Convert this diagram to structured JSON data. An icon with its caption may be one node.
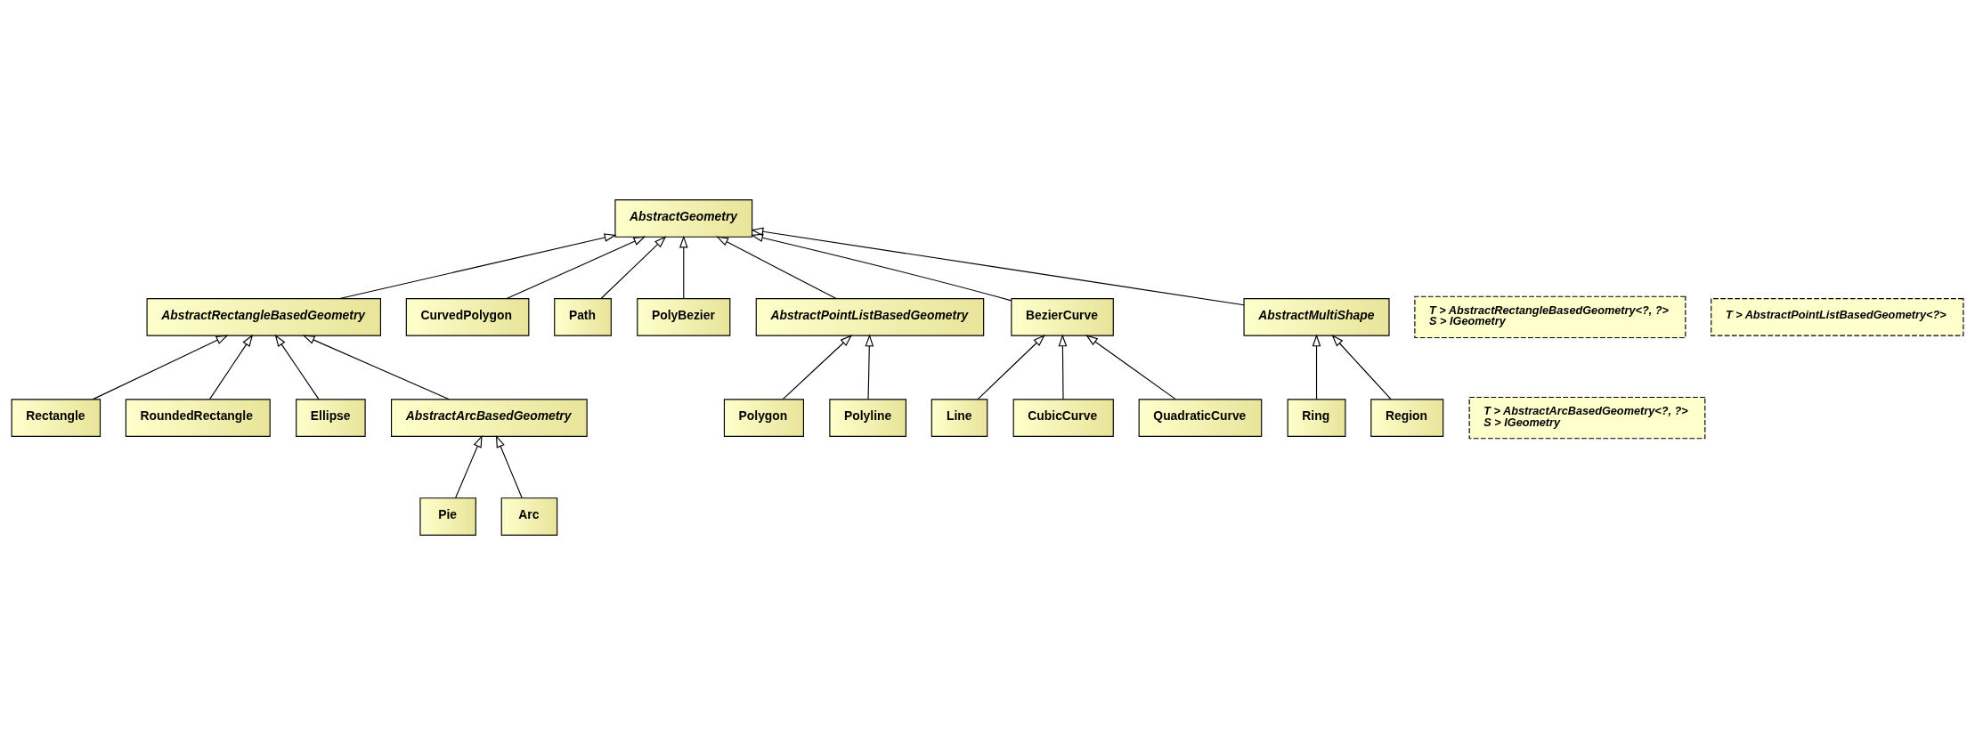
{
  "diagram": {
    "nodes": [
      {
        "text": [
          "Rectangle"
        ]
      },
      {
        "text": [
          "RoundedRectangle"
        ]
      },
      {
        "text": [
          "Ellipse"
        ]
      },
      {
        "text": [
          "AbstractRectangleBasedGeometry"
        ]
      },
      {
        "text": [
          "T > AbstractRectangleBasedGeometry<?, ?>",
          "S > IGeometry"
        ]
      },
      {
        "text": [
          "CurvedPolygon"
        ]
      },
      {
        "text": [
          "Path"
        ]
      },
      {
        "text": [
          "PolyBezier"
        ]
      },
      {
        "text": [
          "AbstractGeometry"
        ]
      },
      {
        "text": [
          "T > AbstractPointListBasedGeometry<?>"
        ]
      },
      {
        "text": [
          "AbstractPointListBasedGeometry"
        ]
      },
      {
        "text": [
          "Polygon"
        ]
      },
      {
        "text": [
          "Polyline"
        ]
      },
      {
        "text": [
          "Pie"
        ]
      },
      {
        "text": [
          "Arc"
        ]
      },
      {
        "text": [
          "AbstractArcBasedGeometry"
        ]
      },
      {
        "text": [
          "T > AbstractArcBasedGeometry<?, ?>",
          "S > IGeometry"
        ]
      },
      {
        "text": [
          "BezierCurve"
        ]
      },
      {
        "text": [
          "AbstractMultiShape"
        ]
      },
      {
        "text": [
          "Ring"
        ]
      },
      {
        "text": [
          "Region"
        ]
      },
      {
        "text": [
          "Line"
        ]
      },
      {
        "text": [
          "CubicCurve"
        ]
      },
      {
        "text": [
          "QuadraticCurve"
        ]
      }
    ],
    "edges": [
      {
        "from": 0,
        "to": 3,
        "arrow": "to"
      },
      {
        "from": 1,
        "to": 3,
        "arrow": "to"
      },
      {
        "from": 2,
        "to": 3,
        "arrow": "to"
      },
      {
        "from": 3,
        "to": 8,
        "arrow": "to"
      },
      {
        "from": 15,
        "to": 3,
        "arrow": "to"
      },
      {
        "from": 13,
        "to": 15,
        "arrow": "to"
      },
      {
        "from": 14,
        "to": 15,
        "arrow": "to"
      },
      {
        "from": 5,
        "to": 8,
        "arrow": "to"
      },
      {
        "from": 6,
        "to": 8,
        "arrow": "to"
      },
      {
        "from": 7,
        "to": 8,
        "arrow": "to"
      },
      {
        "from": 10,
        "to": 8,
        "arrow": "to"
      },
      {
        "from": 11,
        "to": 10,
        "arrow": "to"
      },
      {
        "from": 12,
        "to": 10,
        "arrow": "to"
      },
      {
        "from": 17,
        "to": 8,
        "arrow": "to"
      },
      {
        "from": 18,
        "to": 8,
        "arrow": "to"
      },
      {
        "from": 19,
        "to": 18,
        "arrow": "to"
      },
      {
        "from": 20,
        "to": 18,
        "arrow": "to"
      },
      {
        "from": 21,
        "to": 17,
        "arrow": "to"
      },
      {
        "from": 22,
        "to": 17,
        "arrow": "to"
      },
      {
        "from": 23,
        "to": 17,
        "arrow": "to"
      }
    ]
  }
}
